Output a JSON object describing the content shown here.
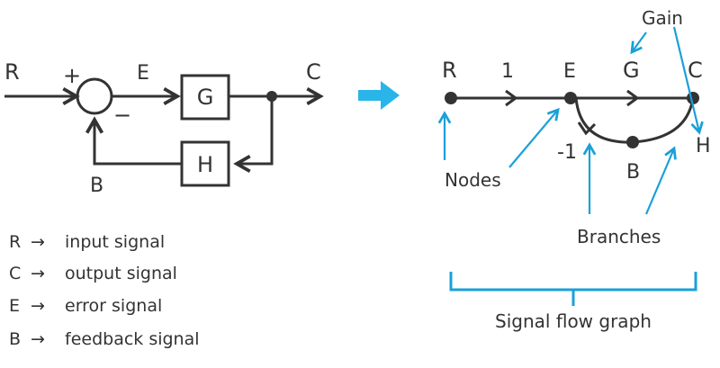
{
  "block_diagram": {
    "input": "R",
    "plus_sign": "+",
    "minus_sign": "−",
    "error": "E",
    "forward_block": "G",
    "output": "C",
    "feedback_block": "H",
    "feedback": "B"
  },
  "legend": [
    {
      "symbol": "R",
      "arrow": "→",
      "meaning": "input signal"
    },
    {
      "symbol": "C",
      "arrow": "→",
      "meaning": "output signal"
    },
    {
      "symbol": "E",
      "arrow": "→",
      "meaning": "error signal"
    },
    {
      "symbol": "B",
      "arrow": "→",
      "meaning": "feedback signal"
    }
  ],
  "signal_flow_graph": {
    "node_r": "R",
    "gain_1": "1",
    "node_e": "E",
    "gain_g": "G",
    "node_c": "C",
    "gain_neg1": "-1",
    "node_b": "B",
    "gain_h": "H"
  },
  "annotations": {
    "gain": "Gain",
    "nodes": "Nodes",
    "branches": "Branches",
    "title": "Signal flow graph"
  },
  "colors": {
    "line": "#333333",
    "accent": "#1aa0d8"
  }
}
